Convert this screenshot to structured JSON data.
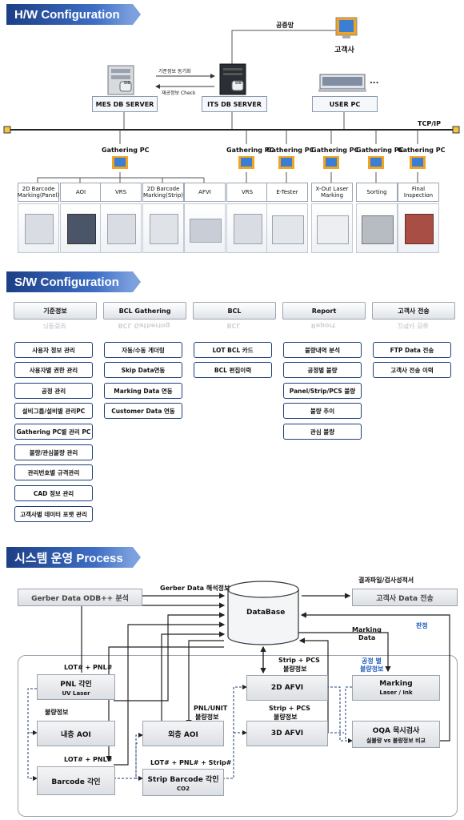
{
  "hw": {
    "title": "H/W Configuration",
    "public_net": "공중망",
    "customer": "고객사",
    "sync_label": "기준정보 동기화",
    "check_label": "재공정보 Check",
    "mes_server": "MES DB SERVER",
    "its_server": "ITS DB SERVER",
    "user_pc": "USER PC",
    "ellipsis": "...",
    "tcp": "TCP/IP",
    "gathering_pc": "Gathering PC",
    "db_tag": "DB",
    "equipment": [
      "2D Barcode Marking(Panel)",
      "AOI",
      "VRS",
      "2D Barcode Marking(Strip)",
      "AFVI",
      "VRS",
      "E-Tester",
      "X-Out Laser Marking",
      "Sorting",
      "Final Inspection"
    ]
  },
  "sw": {
    "title": "S/W Configuration",
    "columns": [
      {
        "header": "기준정보",
        "items": [
          "사용자 정보 관리",
          "사용자별 권한 관리",
          "공정 관리",
          "설비그룹/설비별 관리PC",
          "Gathering PC별 관리 PC",
          "불량/관심불량 관리",
          "관리번호별 규격관리",
          "CAD 정보 관리",
          "고객사별 데이터 포맷 관리"
        ]
      },
      {
        "header": "BCL Gathering",
        "items": [
          "자동/수동 게더링",
          "Skip Data연동",
          "Marking Data 연동",
          "Customer Data 연동"
        ]
      },
      {
        "header": "BCL",
        "items": [
          "LOT BCL 카드",
          "BCL 편집이력"
        ]
      },
      {
        "header": "Report",
        "items": [
          "불량내역 분석",
          "공정별 불량",
          "Panel/Strip/PCS 불량",
          "불량 추이",
          "관심 불량"
        ]
      },
      {
        "header": "고객사 전송",
        "items": [
          "FTP Data 전송",
          "고객사 전송 이력"
        ]
      }
    ]
  },
  "process": {
    "title": "시스템 운영 Process",
    "gerber": "Gerber Data ODB++ 분석",
    "gerber_info": "Gerber Data 해석정보",
    "database": "DataBase",
    "result_file": "결과파일/검사성적서",
    "customer_send": "고객사 Data 전송",
    "judgement": "판정",
    "marking_data_1": "Marking",
    "marking_data_2": "Data",
    "lot_pnl": "LOT# + PNL#",
    "pnl_engrave": "PNL 각인",
    "uv_laser": "UV Laser",
    "defect_info": "불량정보",
    "inner_aoi": "내층 AOI",
    "lot_pnl_2": "LOT# + PNL#",
    "barcode_engrave": "Barcode 각인",
    "pnl_unit_1": "PNL/UNIT",
    "pnl_unit_2": "불량정보",
    "outer_aoi": "외층 AOI",
    "lot_pnl_strip": "LOT# + PNL# + Strip#",
    "strip_barcode": "Strip Barcode 각인",
    "co2": "CO2",
    "strip_pcs_1": "Strip + PCS",
    "strip_pcs_1b": "불량정보",
    "afvi_2d": "2D AFVI",
    "strip_pcs_2": "Strip + PCS",
    "strip_pcs_2b": "불량정보",
    "afvi_3d": "3D AFVI",
    "proc_defect_1": "공정 별",
    "proc_defect_2": "불량정보",
    "marking": "Marking",
    "laser_ink": "Laser / Ink",
    "oqa": "OQA 목시검사",
    "oqa_sub": "실불량 vs 불량정보 비교"
  },
  "colors": {
    "banner": "#1c3f86",
    "accent_blue": "#1f5fbf",
    "bus": "#222222"
  }
}
